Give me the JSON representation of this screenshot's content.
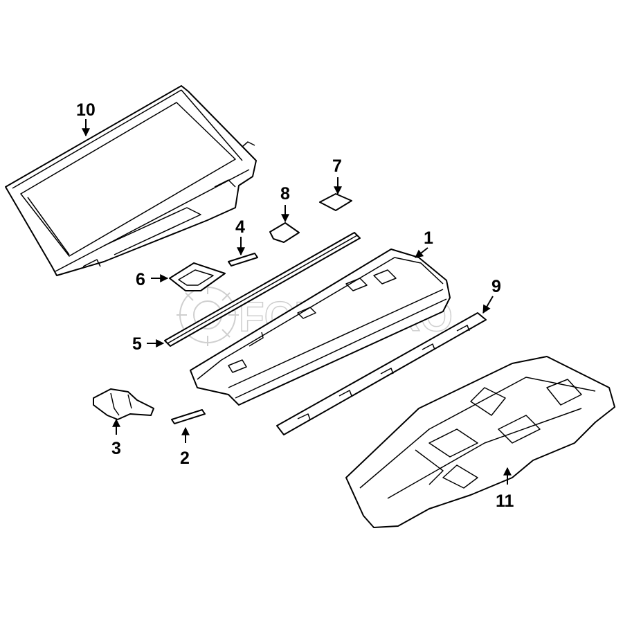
{
  "callouts": [
    {
      "id": "1",
      "label": "1"
    },
    {
      "id": "2",
      "label": "2"
    },
    {
      "id": "3",
      "label": "3"
    },
    {
      "id": "4",
      "label": "4"
    },
    {
      "id": "5",
      "label": "5"
    },
    {
      "id": "6",
      "label": "6"
    },
    {
      "id": "7",
      "label": "7"
    },
    {
      "id": "8",
      "label": "8"
    },
    {
      "id": "9",
      "label": "9"
    },
    {
      "id": "10",
      "label": "10"
    },
    {
      "id": "11",
      "label": "11"
    }
  ],
  "watermark": {
    "text": "FCP EURO",
    "mark": "®"
  }
}
